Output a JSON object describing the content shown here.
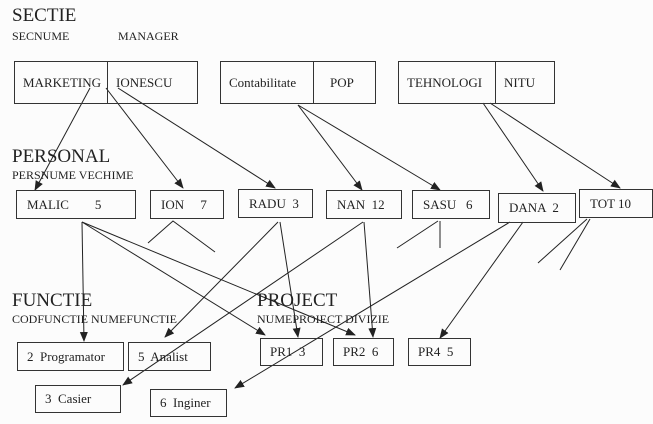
{
  "sectie": {
    "title": "SECTIE",
    "headers": [
      "SECNUME",
      "MANAGER"
    ],
    "rows": [
      [
        "MARKETING",
        "IONESCU"
      ],
      [
        "Contabilitate",
        "POP"
      ],
      [
        "TEHNOLOGI",
        "NITU"
      ]
    ]
  },
  "personal": {
    "title": "PERSONAL",
    "headers": "PERSNUME  VECHIME",
    "rows": [
      "MALIC        5",
      "ION     7",
      "RADU  3",
      "NAN  12",
      "SASU   6",
      "DANA  2",
      "TOT 10"
    ]
  },
  "functie": {
    "title": "FUNCTIE",
    "headers": "CODFUNCTIE  NUMEFUNCTIE",
    "rows": [
      "2  Programator",
      "5  Analist",
      "3  Casier",
      "6  Inginer"
    ]
  },
  "project": {
    "title": "PROJECT",
    "headers": "NUMEPROIECT DIVIZIE",
    "rows": [
      "PR1  3",
      "PR2  6",
      "PR4  5"
    ]
  }
}
